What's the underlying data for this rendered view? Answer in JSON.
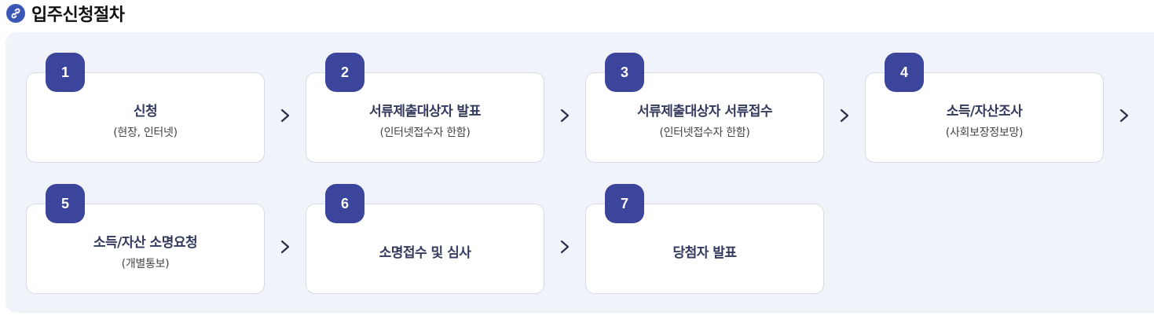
{
  "header": {
    "title": "입주신청절차",
    "icon": "link-icon",
    "icon_color": "#3a57b5"
  },
  "colors": {
    "badge": "#3b459c",
    "panel_bg": "#f1f3fb",
    "title_text": "#333a5e"
  },
  "steps": [
    {
      "number": "1",
      "title": "신청",
      "subtitle": "(현장, 인터넷)"
    },
    {
      "number": "2",
      "title": "서류제출대상자 발표",
      "subtitle": "(인터넷접수자 한함)"
    },
    {
      "number": "3",
      "title": "서류제출대상자 서류접수",
      "subtitle": "(인터넷접수자 한함)"
    },
    {
      "number": "4",
      "title": "소득/자산조사",
      "subtitle": "(사회보장정보망)"
    },
    {
      "number": "5",
      "title": "소득/자산 소명요청",
      "subtitle": "(개별통보)"
    },
    {
      "number": "6",
      "title": "소명접수 및 심사",
      "subtitle": ""
    },
    {
      "number": "7",
      "title": "당첨자 발표",
      "subtitle": ""
    }
  ],
  "arrow_icon": "chevron-right-icon"
}
